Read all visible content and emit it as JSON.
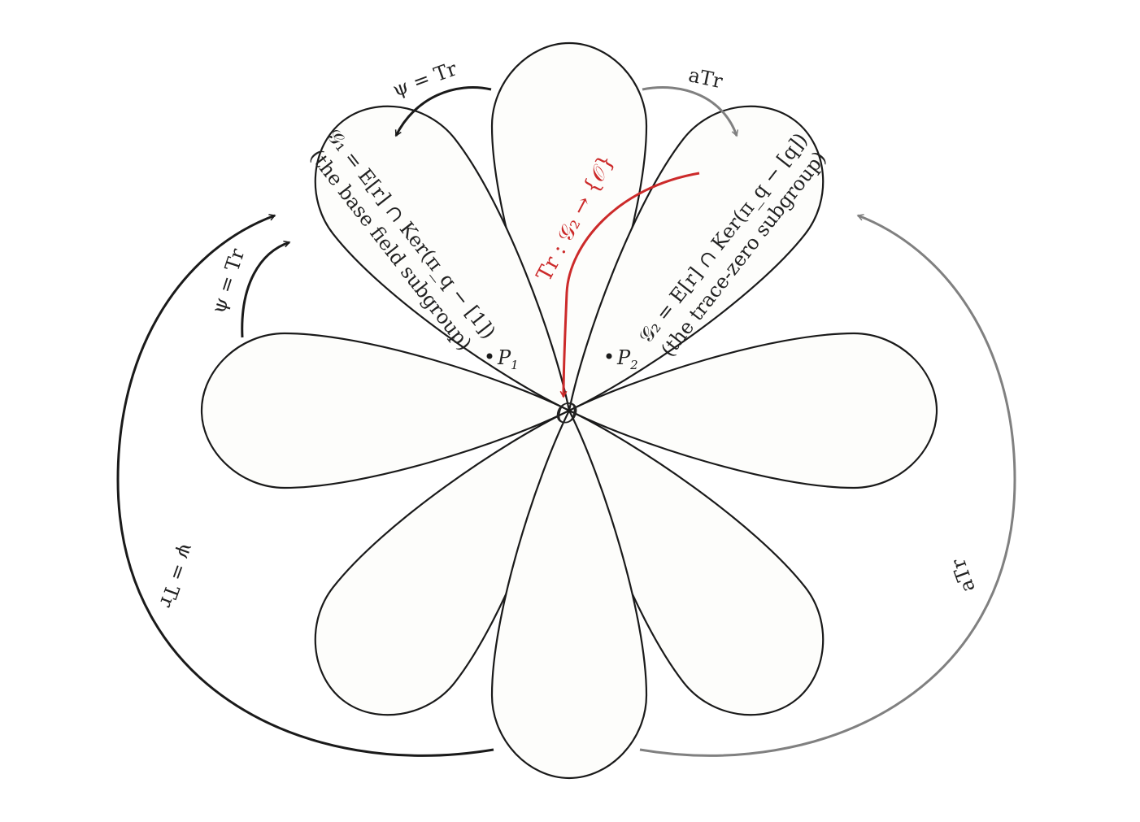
{
  "colors": {
    "black": "#1a1a1a",
    "gray": "#808080",
    "red": "#cc2a2a",
    "petal_fill": "#fdfdfb"
  },
  "origin": {
    "label": "O"
  },
  "points": [
    {
      "label": "P",
      "sub": "1"
    },
    {
      "label": "P",
      "sub": "2"
    }
  ],
  "petals": {
    "count": 8,
    "g1": {
      "line1": "𝒢₁ = E[r] ∩ Ker(π_q − [1])",
      "line2": "(the base field subgroup)"
    },
    "g2": {
      "line1": "𝒢₂ = E[r] ∩ Ker(π_q − [q])",
      "line2": "(the trace-zero subgroup)"
    }
  },
  "arrows": {
    "psi_top": "ψ = Tr",
    "psi_left_inner": "ψ = Tr",
    "psi_left_outer": "ψ = Tr",
    "atr_top": "aTr",
    "atr_right": "aTr",
    "trace_map": "Tr : 𝒢₂ → {𝒪}"
  }
}
